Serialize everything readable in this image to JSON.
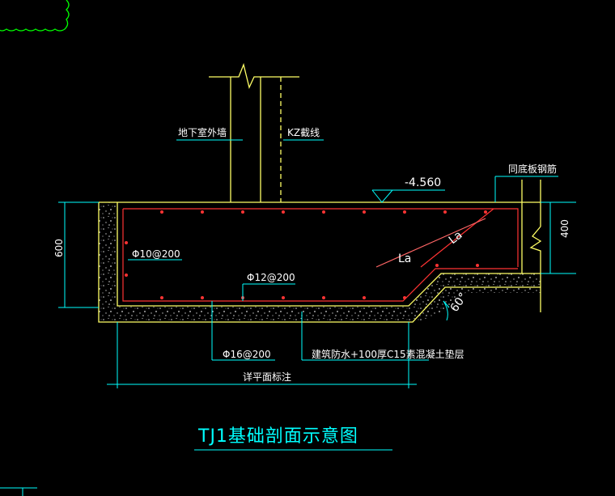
{
  "drawing": {
    "title": "TJ1基础剖面示意图",
    "labels": {
      "basement_wall": "地下室外墙",
      "kz_column": "KZ截线",
      "elevation": "-4.560",
      "same_rebar": "同底板钢筋",
      "rebar_side": "Φ10@200",
      "rebar_mid": "Φ12@200",
      "rebar_bottom": "Φ16@200",
      "anchorage_la_1": "La",
      "anchorage_la_2": "La",
      "angle": "60°",
      "dim_left": "600",
      "dim_right": "400",
      "waterproof_note": "建筑防水+100厚C15素混凝土垫层",
      "plan_note": "详平面标注"
    },
    "colors": {
      "background": "#000000",
      "outline": "#ffff66",
      "rebar": "#ff3333",
      "dimension": "#00ffff",
      "text": "#ffffff",
      "cloud": "#00ff00"
    }
  }
}
